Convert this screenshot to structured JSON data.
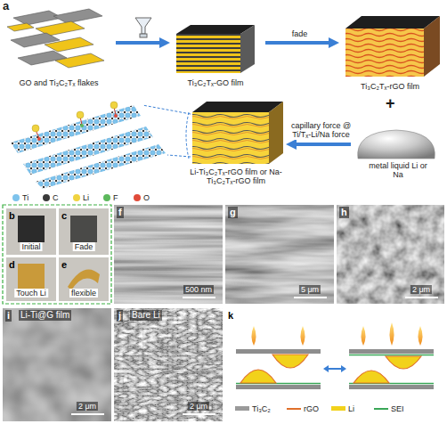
{
  "diagram": {
    "nodes": [
      {
        "text": [
          "GO and Ti₃C₂Tₓ flakes"
        ]
      },
      {
        "text": [
          "Ti₃C₂Tₓ-GO film"
        ]
      },
      {
        "text": [
          "Ti₃C₂Tₓ-rGO film"
        ]
      },
      {
        "text": [
          "metal liquid Li or Na"
        ]
      },
      {
        "text": [
          "Li-Ti₃C₂Tₓ-rGO film or Na-Ti₃C₂Tₓ-rGO film"
        ]
      },
      {
        "text": [
          "b",
          "Initial"
        ]
      },
      {
        "text": [
          "c",
          "Fade"
        ]
      },
      {
        "text": [
          "d",
          "Touch Li"
        ]
      },
      {
        "text": [
          "e",
          "flexible"
        ]
      },
      {
        "text": [
          "f",
          "500 nm"
        ]
      },
      {
        "text": [
          "g",
          "5 μm"
        ]
      },
      {
        "text": [
          "h",
          "2 μm"
        ]
      },
      {
        "text": [
          "i",
          "Li-Ti@G film",
          "2 μm"
        ]
      },
      {
        "text": [
          "j",
          "Bare Li",
          "2 μm"
        ]
      },
      {
        "text": [
          "k"
        ]
      }
    ],
    "edges": [
      {
        "from": 0,
        "to": 1,
        "arrow": "to"
      },
      {
        "from": 1,
        "to": 2,
        "arrow": "to",
        "label": "fade"
      },
      {
        "from": 3,
        "to": 4,
        "arrow": "to",
        "label": "capillary force @ Ti/Tₓ-Li/Na force"
      }
    ],
    "labels": [
      "a",
      "+"
    ],
    "legend": [
      {
        "text": "Ti",
        "color": "#7ec3ec"
      },
      {
        "text": "C",
        "color": "#3a3a3a"
      },
      {
        "text": "Li",
        "color": "#f0d340"
      },
      {
        "text": "F",
        "color": "#5cb85c"
      },
      {
        "text": "O",
        "color": "#e04b3a"
      },
      {
        "text": "Ti₃C₂",
        "color": "#9a9a9a"
      },
      {
        "text": "rGO"
      },
      {
        "text": "Li",
        "color": "#f2d21b"
      },
      {
        "text": "SEI"
      }
    ]
  }
}
